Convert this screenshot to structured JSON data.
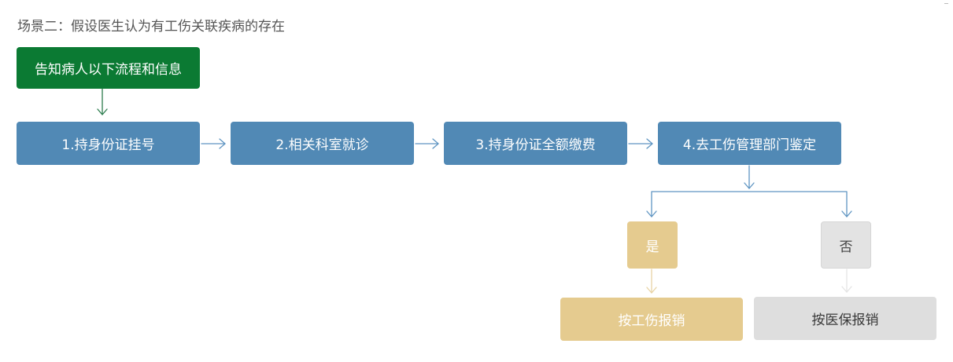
{
  "title": "场景二：假设医生认为有工伤关联疾病的存在",
  "nodes": {
    "notify": "告知病人以下流程和信息",
    "step1": "1.持身份证挂号",
    "step2": "2.相关科室就诊",
    "step3": "3.持身份证全额缴费",
    "step4": "4.去工伤管理部门鉴定",
    "yes": "是",
    "no": "否",
    "work_injury_reimburse": "按工伤报销",
    "medical_insurance_reimburse": "按医保报销"
  },
  "colors": {
    "notify": "#0b7a33",
    "step": "#5189b5",
    "yes_branch": "#e5cb8f",
    "no_branch": "#e3e3e3",
    "arrow_green": "#2e7d4f",
    "arrow_blue": "#5f95c2"
  }
}
